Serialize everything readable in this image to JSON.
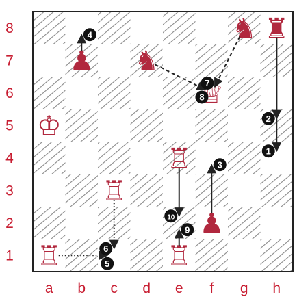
{
  "board": {
    "light_color": "#ffffff",
    "dark_color": "#ffffff",
    "hatch_color": "#888888",
    "border_color": "#222222",
    "files": [
      "a",
      "b",
      "c",
      "d",
      "e",
      "f",
      "g",
      "h"
    ],
    "ranks": [
      "1",
      "2",
      "3",
      "4",
      "5",
      "6",
      "7",
      "8"
    ],
    "coord_color": "#c81e32"
  },
  "pieces": [
    {
      "name": "black-rook",
      "square": "h8",
      "glyph": "♜",
      "color": "#b1283e"
    },
    {
      "name": "black-knight",
      "square": "g8",
      "glyph": "♞",
      "color": "#b1283e"
    },
    {
      "name": "black-knight",
      "square": "d7",
      "glyph": "♞",
      "color": "#b1283e"
    },
    {
      "name": "black-pawn",
      "square": "b7",
      "glyph": "♟",
      "color": "#b1283e"
    },
    {
      "name": "black-pawn",
      "square": "f2",
      "glyph": "♟",
      "color": "#b1283e"
    },
    {
      "name": "white-queen",
      "square": "f6",
      "glyph": "♕",
      "color": "#b1283e"
    },
    {
      "name": "white-king",
      "square": "a5",
      "glyph": "♔",
      "color": "#b1283e"
    },
    {
      "name": "white-rook",
      "square": "e4",
      "glyph": "♖",
      "color": "#b1283e"
    },
    {
      "name": "white-rook",
      "square": "c3",
      "glyph": "♖",
      "color": "#b1283e"
    },
    {
      "name": "white-rook",
      "square": "a1",
      "glyph": "♖",
      "color": "#b1283e"
    },
    {
      "name": "white-rook",
      "square": "e1",
      "glyph": "♖",
      "color": "#b1283e"
    }
  ],
  "moves": [
    {
      "label": "1",
      "from": "h8",
      "to": "h4",
      "style": "solid"
    },
    {
      "label": "2",
      "from": "h8",
      "to": "h5",
      "style": "solid"
    },
    {
      "label": "3",
      "from": "f2",
      "to": "f4",
      "style": "solid"
    },
    {
      "label": "4",
      "from": "b7",
      "to": "b8",
      "style": "solid"
    },
    {
      "label": "5",
      "from": "a1",
      "to": "c1",
      "style": "dotted"
    },
    {
      "label": "6",
      "from": "c3",
      "to": "c1",
      "style": "dotted"
    },
    {
      "label": "7",
      "from": "g8",
      "to": "f6",
      "style": "dashed"
    },
    {
      "label": "8",
      "from": "d7",
      "to": "f6",
      "style": "dashed"
    },
    {
      "label": "9",
      "from": "e1",
      "to": "e2",
      "style": "solid"
    },
    {
      "label": "10",
      "from": "e4",
      "to": "e2",
      "style": "solid"
    }
  ],
  "arrow_color": "#222222",
  "badge_color": "#111111"
}
